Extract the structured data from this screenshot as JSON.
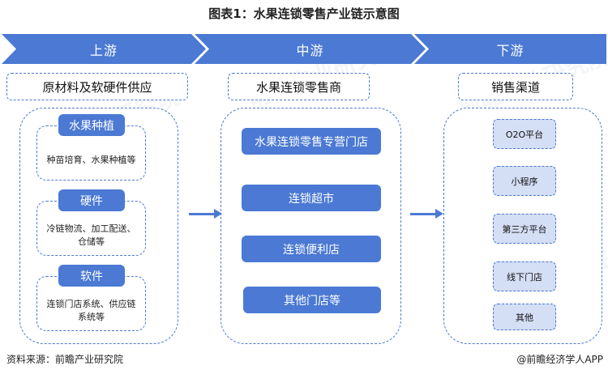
{
  "title": "图表1：水果连锁零售产业链示意图",
  "stages": [
    "上游",
    "中游",
    "下游"
  ],
  "upstream": {
    "header": "原材料及软硬件供应",
    "groups": [
      {
        "label": "水果种植",
        "text": "种苗培育、水果种植等"
      },
      {
        "label": "硬件",
        "text": "冷链物流、加工配送、仓储等"
      },
      {
        "label": "软件",
        "text": "连锁门店系统、供应链系统等"
      }
    ]
  },
  "midstream": {
    "header": "水果连锁零售商",
    "items": [
      "水果连锁零售专营门店",
      "连锁超市",
      "连锁便利店",
      "其他门店等"
    ]
  },
  "downstream": {
    "header": "销售渠道",
    "items": [
      "O2O平台",
      "小程序",
      "第三方平台",
      "线下门店",
      "其他"
    ]
  },
  "footer": {
    "source": "资料来源：前瞻产业研究院",
    "brand": "@前瞻经济学人APP"
  },
  "watermark": "前瞻产业研究院",
  "colors": {
    "accent": "#4b79d3",
    "light": "#d4def5"
  }
}
